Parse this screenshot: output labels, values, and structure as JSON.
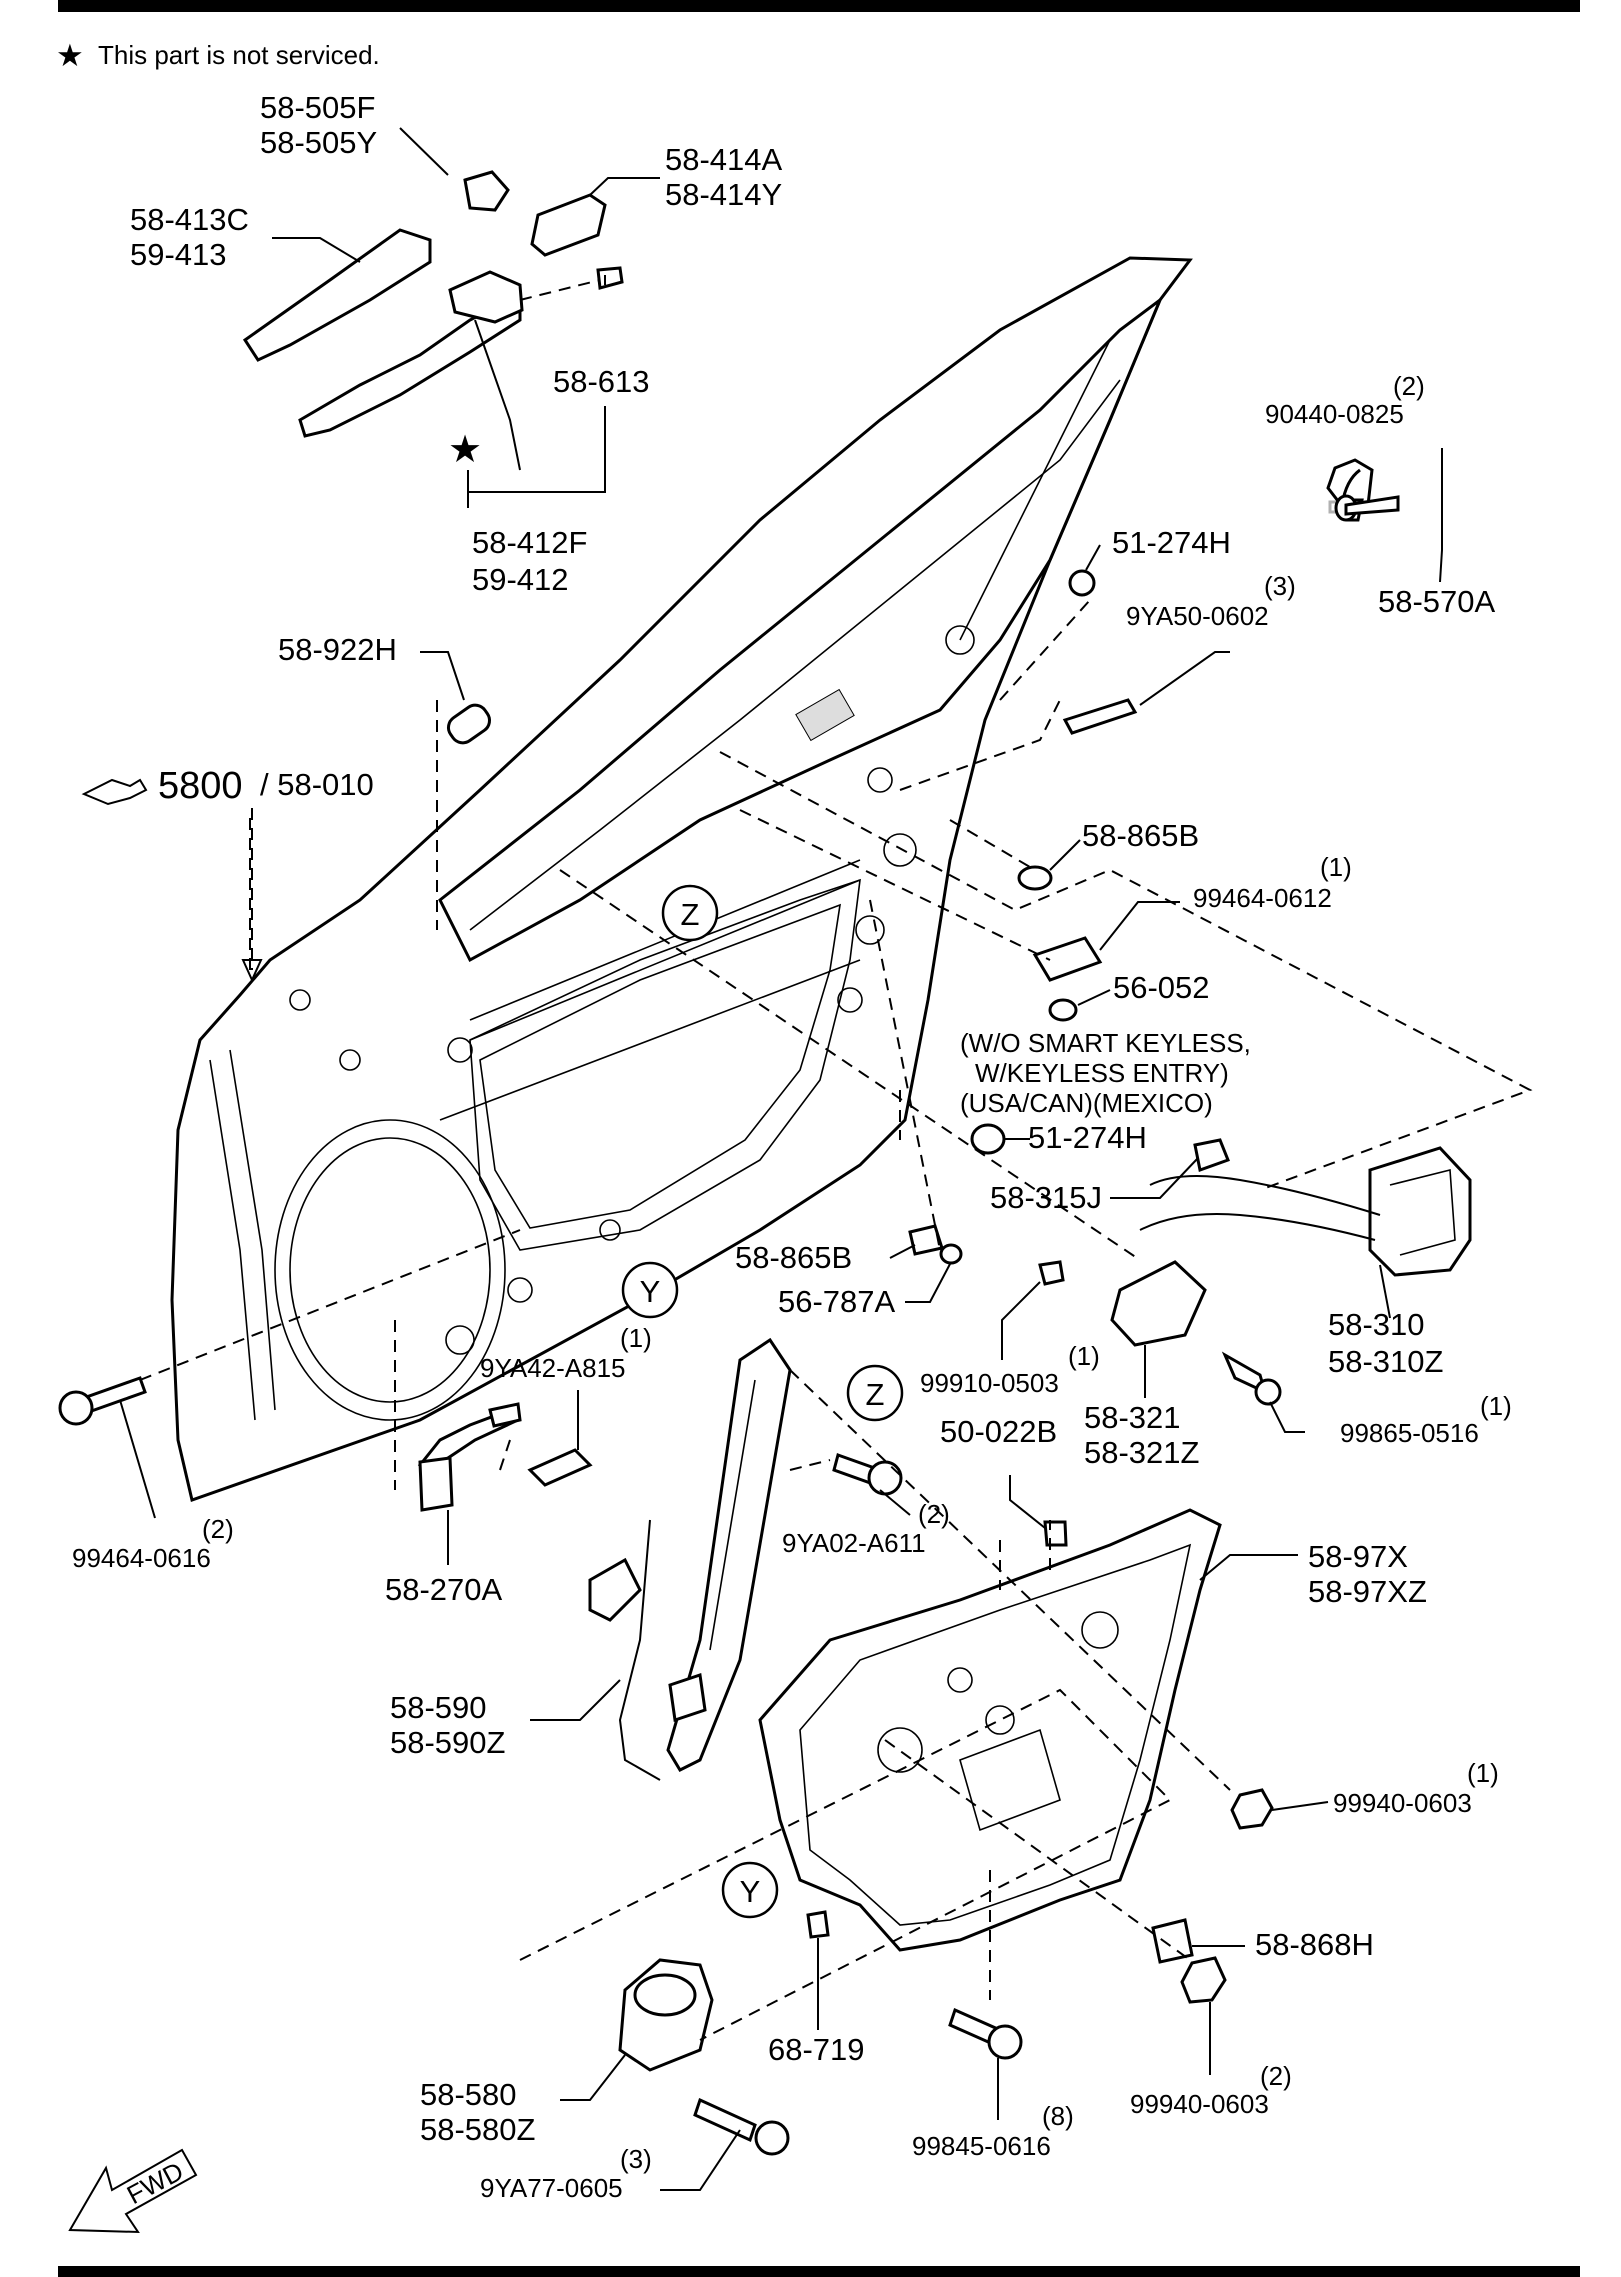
{
  "note": {
    "star": "★",
    "text": "This part is not serviced."
  },
  "reference": {
    "main": "5800",
    "sub": "/ 58-010"
  },
  "callouts": {
    "c1": "Z",
    "c2": "Z",
    "c3": "Y",
    "c4": "Y"
  },
  "labels": {
    "l505f": "58-505F",
    "l505y": "58-505Y",
    "l414a": "58-414A",
    "l414y": "58-414Y",
    "l413c": "58-413C",
    "l59413": "59-413",
    "l613": "58-613",
    "l412f": "58-412F",
    "l59412": "59-412",
    "q0825": "(2)",
    "l0825": "90440-0825",
    "l570a": "58-570A",
    "l274h1": "51-274H",
    "q0602": "(3)",
    "l0602": "9YA50-0602",
    "l922h": "58-922H",
    "l865b1": "58-865B",
    "q0612": "(1)",
    "l0612": "99464-0612",
    "l052": "56-052",
    "cond1": "(W/O SMART KEYLESS,",
    "cond2": "W/KEYLESS ENTRY)",
    "cond3": "(USA/CAN)(MEXICO)",
    "l274h2": "51-274H",
    "l315j": "58-315J",
    "l865b2": "58-865B",
    "l787a": "56-787A",
    "l310": "58-310",
    "l310z": "58-310Z",
    "q0503": "(1)",
    "l0503": "99910-0503",
    "l321": "58-321",
    "l321z": "58-321Z",
    "q0516b": "(1)",
    "l0516b": "99865-0516",
    "q815": "(1)",
    "l815": "9YA42-A815",
    "l022b": "50-022B",
    "q611": "(2)",
    "l611": "9YA02-A611",
    "q0616": "(2)",
    "l0616": "99464-0616",
    "l270a": "58-270A",
    "l97x": "58-97X",
    "l97xz": "58-97XZ",
    "l590": "58-590",
    "l590z": "58-590Z",
    "q0603a": "(1)",
    "l0603a": "99940-0603",
    "l868h": "58-868H",
    "l68719": "68-719",
    "l580": "58-580",
    "l580z": "58-580Z",
    "q0603b": "(2)",
    "l0603b": "99940-0603",
    "q0616b": "(8)",
    "l0616b": "99845-0616",
    "q0605": "(3)",
    "l0605": "9YA77-0605"
  },
  "fwd": "FWD"
}
